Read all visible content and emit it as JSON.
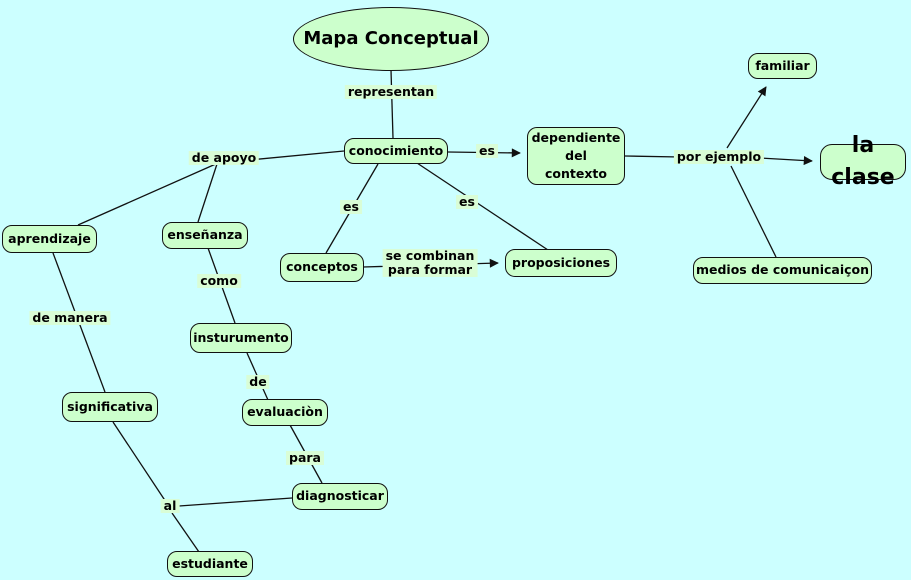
{
  "colors": {
    "bg_color": "#ccffff",
    "node_fill": "#ccffcc",
    "label_fill": "#d9fdd6",
    "line_color": "#111111"
  },
  "nodes": {
    "mapa_conceptual": "Mapa Conceptual",
    "conocimiento": "conocimiento",
    "dependiente_del_contexto": "dependiente\ndel\ncontexto",
    "familiar": "familiar",
    "la_clase": "la clase",
    "medios_de_comunicacion": "medios de comunicaiçon",
    "conceptos": "conceptos",
    "proposiciones": "proposiciones",
    "aprendizaje": "aprendizaje",
    "ensenanza": "enseñanza",
    "insturumento": "insturumento",
    "evaluacion": "evaluaciòn",
    "diagnosticar": "diagnosticar",
    "significativa": "significativa",
    "estudiante": "estudiante"
  },
  "link_labels": {
    "representan": "representan",
    "de_apoyo": "de apoyo",
    "es_dependiente": "es",
    "es_conceptos": "es",
    "es_proposiciones": "es",
    "se_combinan_para_formar": "se combinan\npara formar",
    "por_ejemplo": "por ejemplo",
    "como": "como",
    "de": "de",
    "para": "para",
    "de_manera": "de manera",
    "al": "al"
  }
}
